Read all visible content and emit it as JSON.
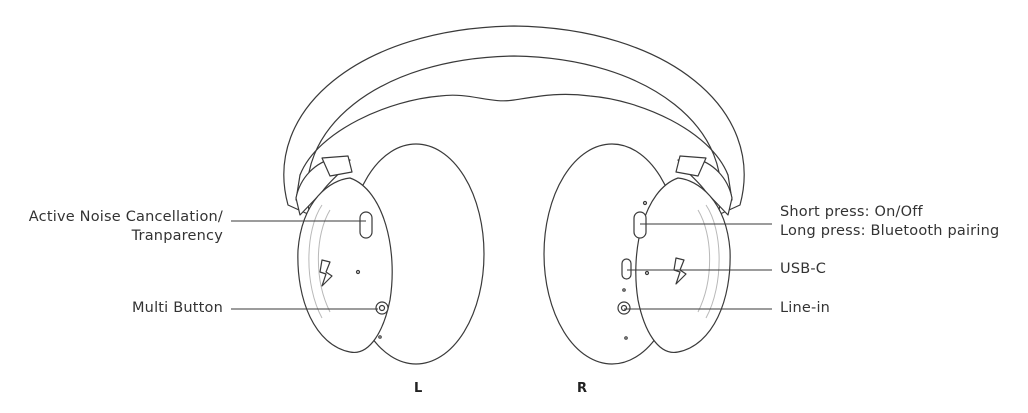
{
  "callouts": {
    "anc_line1": "Active Noise Cancellation/",
    "anc_line2": "Tranparency",
    "multi_button": "Multi Button",
    "power_line1": "Short press: On/Off",
    "power_line2": "Long press: Bluetooth pairing",
    "usb_c": "USB-C",
    "line_in": "Line-in"
  },
  "sides": {
    "left": "L",
    "right": "R"
  }
}
